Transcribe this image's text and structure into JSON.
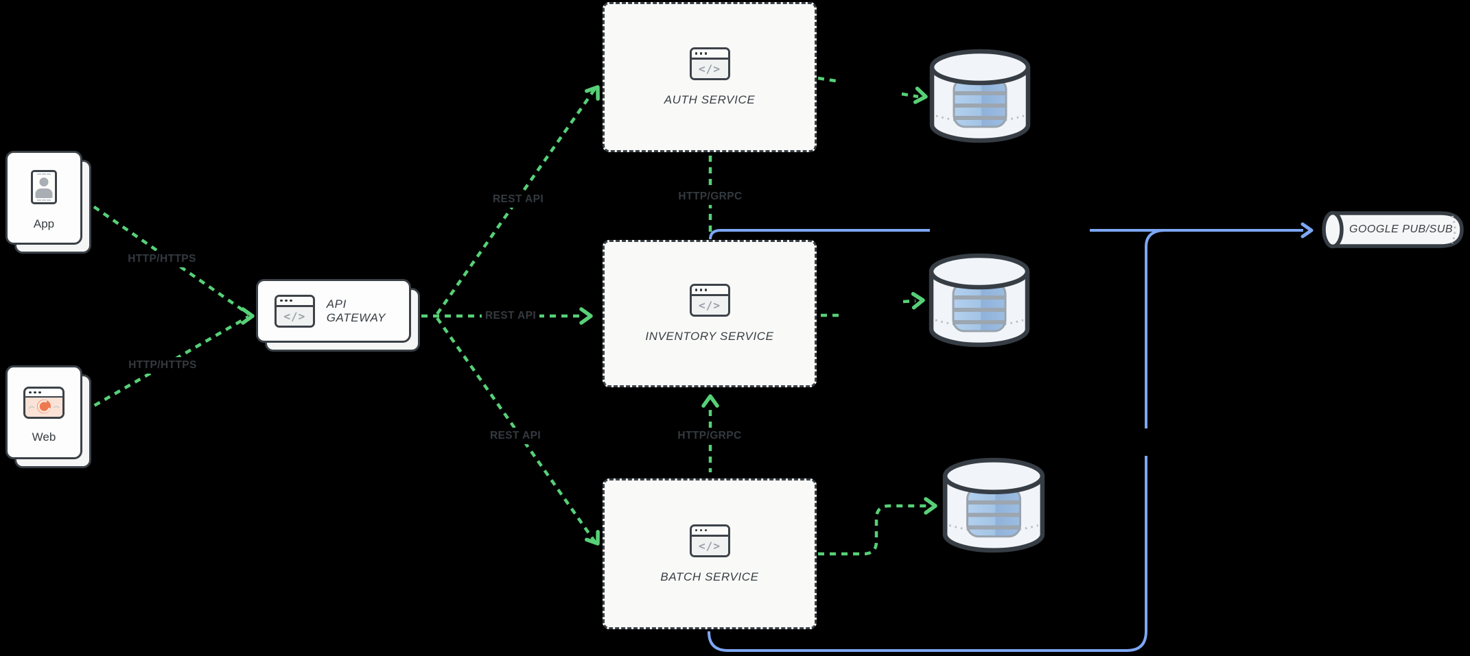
{
  "canvas": {
    "background": "#000000"
  },
  "palette": {
    "arrow_green": "#57d077",
    "arrow_blue": "#7da7f4",
    "dark_border": "#3a4046",
    "service_box_fill": "#f9faf8",
    "card_fill": "#fcfdfc",
    "node_label_text": "#383d43",
    "edge_label_text": "#343a40",
    "db_barrel_blue": "#a5c6e8"
  },
  "nodes": {
    "app": {
      "label": "App",
      "icon": "contact-badge-icon"
    },
    "web": {
      "label": "Web",
      "icon": "browser-window-icon"
    },
    "gateway": {
      "label": "API GATEWAY",
      "icon": "code-window-icon"
    },
    "auth": {
      "label": "AUTH SERVICE",
      "icon": "code-window-icon"
    },
    "inventory": {
      "label": "INVENTORY SERVICE",
      "icon": "code-window-icon"
    },
    "batch": {
      "label": "BATCH SERVICE",
      "icon": "code-window-icon"
    },
    "auth_db": {
      "icon": "database-cylinder-icon"
    },
    "inventory_db": {
      "icon": "database-cylinder-icon"
    },
    "batch_db": {
      "icon": "database-cylinder-icon"
    },
    "pubsub": {
      "label": "GOOGLE PUB/SUB",
      "icon": "queue-cylinder-icon"
    }
  },
  "edges": {
    "app_to_gateway": {
      "label": "HTTP/HTTPS",
      "style": "green-dashed"
    },
    "web_to_gateway": {
      "label": "HTTP/HTTPS",
      "style": "green-dashed"
    },
    "gateway_to_auth": {
      "label": "REST API",
      "style": "green-dashed"
    },
    "gateway_to_inventory": {
      "label": "REST API",
      "style": "green-dashed"
    },
    "gateway_to_batch": {
      "label": "REST API",
      "style": "green-dashed"
    },
    "auth_to_inventory": {
      "label": "HTTP/GRPC",
      "style": "green-dashed"
    },
    "batch_to_inventory": {
      "label": "HTTP/GRPC",
      "style": "green-dashed"
    },
    "auth_to_auth_db": {
      "style": "green-dashed"
    },
    "inventory_to_inventory_db": {
      "style": "green-dashed"
    },
    "batch_to_batch_db": {
      "style": "green-dashed"
    },
    "inventory_to_pubsub": {
      "style": "blue-solid"
    },
    "batch_to_pubsub": {
      "style": "blue-solid"
    }
  },
  "glyphs": {
    "code": "</>"
  }
}
